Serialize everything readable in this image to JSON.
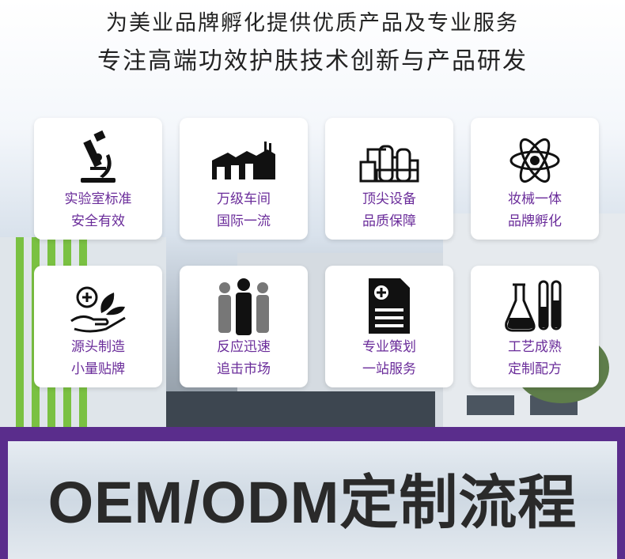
{
  "header": {
    "line1": "为美业品牌孵化提供优质产品及专业服务",
    "line2": "专注高端功效护肤技术创新与产品研发"
  },
  "cards": [
    {
      "icon": "microscope-icon",
      "line1": "实验室标准",
      "line2": "安全有效"
    },
    {
      "icon": "factory-workshop-icon",
      "line1": "万级车间",
      "line2": "国际一流"
    },
    {
      "icon": "equipment-icon",
      "line1": "顶尖设备",
      "line2": "品质保障"
    },
    {
      "icon": "atom-icon",
      "line1": "妆械一体",
      "line2": "品牌孵化"
    },
    {
      "icon": "hand-plant-icon",
      "line1": "源头制造",
      "line2": "小量贴牌"
    },
    {
      "icon": "people-icon",
      "line1": "反应迅速",
      "line2": "追击市场"
    },
    {
      "icon": "document-plan-icon",
      "line1": "专业策划",
      "line2": "一站服务"
    },
    {
      "icon": "flask-tubes-icon",
      "line1": "工艺成熟",
      "line2": "定制配方"
    }
  ],
  "banner": {
    "title": "OEM/ODM定制流程"
  },
  "colors": {
    "accent_purple": "#6a2c9a",
    "banner_frame": "#5a2d8c",
    "building_green": "#7ac142"
  }
}
